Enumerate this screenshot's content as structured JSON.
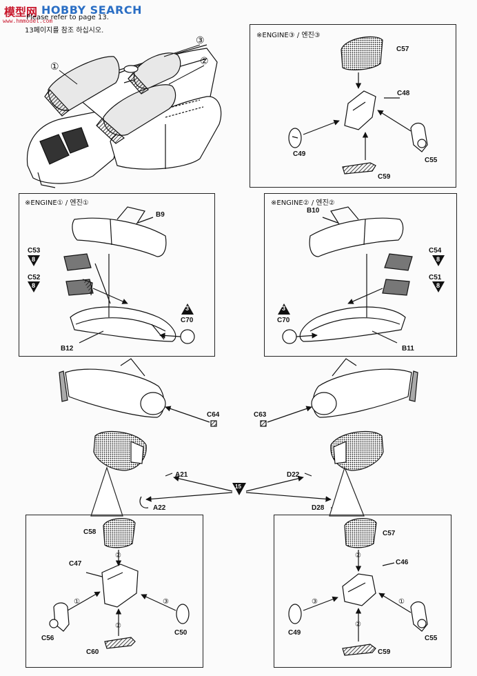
{
  "watermark": {
    "logo": "模型网",
    "brand": "HOBBY SEARCH",
    "url": "www.hmmodel.com"
  },
  "notes": {
    "en": "Please refer to page 13.",
    "ko": "13페이지를 참조 하십시오."
  },
  "top": {
    "callout_1": "①",
    "callout_2": "②",
    "callout_3": "③"
  },
  "engine3": {
    "title": "※ENGINE③ / 엔진③",
    "parts": {
      "c57": "C57",
      "c48": "C48",
      "c49": "C49",
      "c59": "C59",
      "c55": "C55"
    }
  },
  "engine1": {
    "title": "※ENGINE① / 엔진①",
    "parts": {
      "b9": "B9",
      "c53": "C53",
      "c52": "C52",
      "c70": "C70",
      "b12": "B12"
    },
    "badges": {
      "c53": "8",
      "c52": "8",
      "c70": "3"
    }
  },
  "engine2": {
    "title": "※ENGINE② / 엔진②",
    "parts": {
      "b10": "B10",
      "c54": "C54",
      "c51": "C51",
      "c70": "C70",
      "b11": "B11"
    },
    "badges": {
      "c54": "8",
      "c51": "8",
      "c70": "3"
    }
  },
  "middle": {
    "c64": "C64",
    "c63": "C63",
    "a21": "A21",
    "a22": "A22",
    "d22": "D22",
    "d28": "D28",
    "badge": "15"
  },
  "bottom_left": {
    "parts": {
      "c58": "C58",
      "c47": "C47",
      "c56": "C56",
      "c60": "C60",
      "c50": "C50"
    },
    "steps": {
      "s1": "②",
      "s2": "①",
      "s3": "③",
      "s4": "②"
    }
  },
  "bottom_right": {
    "parts": {
      "c57": "C57",
      "c46": "C46",
      "c49": "C49",
      "c59": "C59",
      "c55": "C55"
    },
    "steps": {
      "s1": "②",
      "s2": "③",
      "s3": "②",
      "s4": "①"
    }
  }
}
